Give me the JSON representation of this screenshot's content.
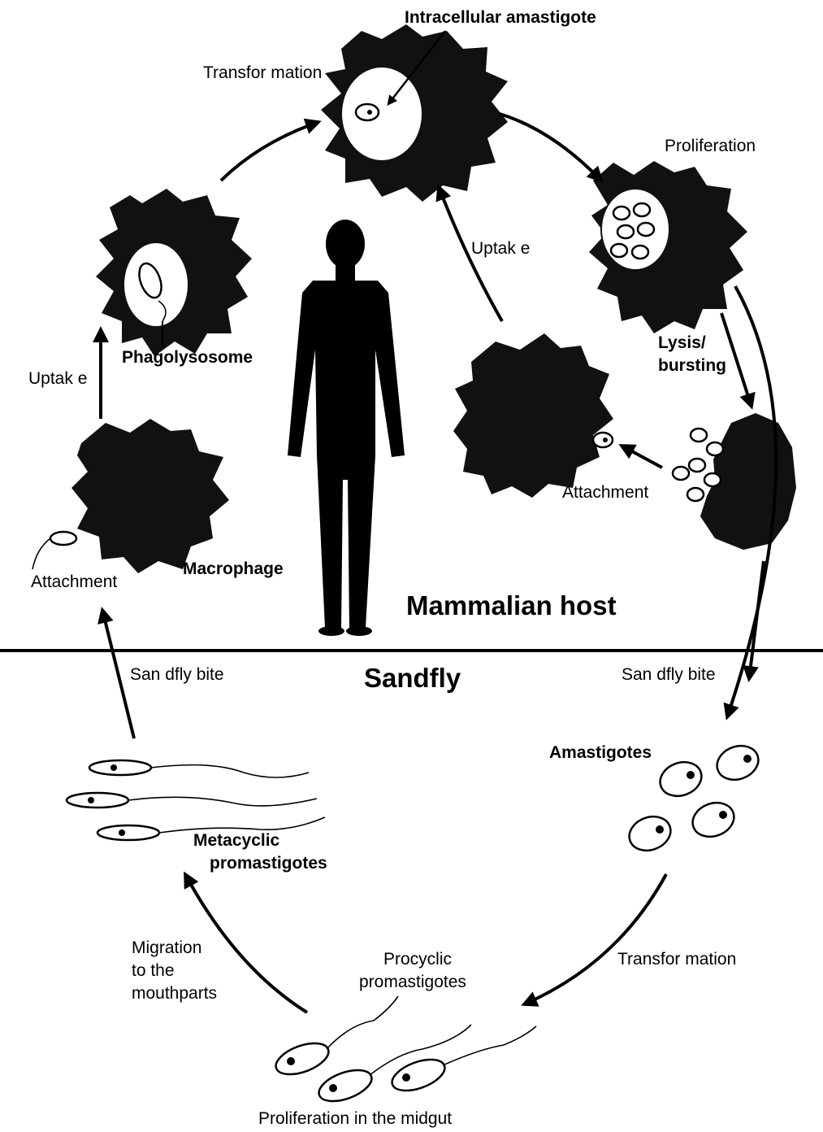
{
  "figure": {
    "labels": {
      "intracellular_amastigote": "Intracellular amastigote",
      "transformation_top": "Transfor mation",
      "proliferation_top": "Proliferation",
      "uptake_right": "Uptak e",
      "uptake_left": "Uptak e",
      "phagolysosome": "Phagolysosome",
      "lysis_line1": "Lysis/",
      "lysis_line2": "bursting",
      "attachment_right": "Attachment",
      "attachment_left": "Attachment",
      "macrophage": "Macrophage",
      "mammalian_host": "Mammalian host",
      "sandfly": "Sandfly",
      "sandfly_bite_left": "San dfly bite",
      "sandfly_bite_right": "San dfly bite",
      "amastigotes": "Amastigotes",
      "metacyclic_line1": "Metacyclic",
      "metacyclic_line2": "promastigotes",
      "migration_line1": "Migration",
      "migration_line2": "to the",
      "migration_line3": "mouthparts",
      "procyclic_line1": "Procyclic",
      "procyclic_line2": "promastigotes",
      "transformation_bottom": "Transfor mation",
      "proliferation_midgut": "Proliferation in the midgut"
    },
    "colors": {
      "ink": "#000000",
      "cell": "#111111",
      "background": "#ffffff"
    },
    "icons": [
      "macrophage-cell",
      "human-silhouette",
      "amastigote",
      "promastigote"
    ]
  }
}
